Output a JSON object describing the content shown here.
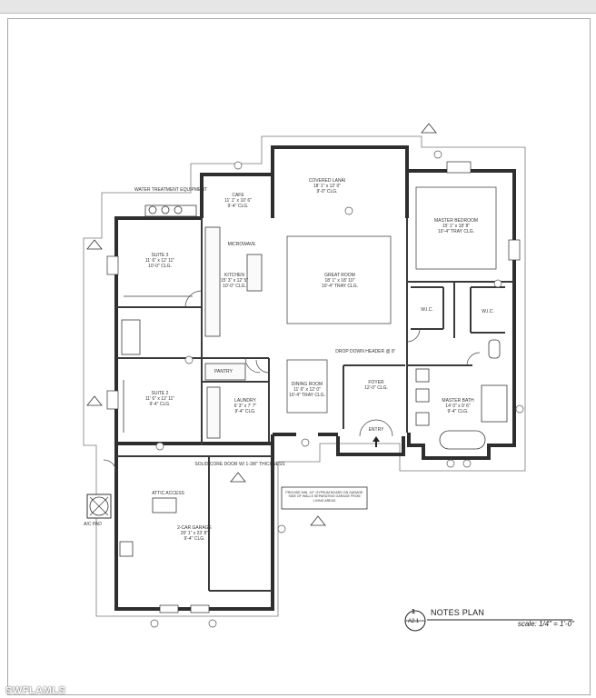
{
  "plan": {
    "rooms": [
      {
        "id": "covered-lanai",
        "name": "COVERED LANAI",
        "dims": "18' 1\" x 12' 0\"",
        "clg": "9'-0\" CLG."
      },
      {
        "id": "master-bedroom",
        "name": "MASTER BEDROOM",
        "dims": "15' 1\" x 18' 8\"",
        "clg": "10'-4\" TRAY CLG."
      },
      {
        "id": "cafe",
        "name": "CAFE",
        "dims": "11' 1\" x 10' 6\"",
        "clg": "9'-4\" CLG."
      },
      {
        "id": "great-room",
        "name": "GREAT ROOM",
        "dims": "18' 1\" x 18' 10\"",
        "clg": "10'-4\" TRAY CLG."
      },
      {
        "id": "suite-3",
        "name": "SUITE 3",
        "dims": "11' 6\" x 12' 11\"",
        "clg": "10'-0\" CLG."
      },
      {
        "id": "kitchen",
        "name": "KITCHEN",
        "dims": "15' 3\" x 12' 5\"",
        "clg": "10'-0\" CLG."
      },
      {
        "id": "suite-2",
        "name": "SUITE 2",
        "dims": "11' 6\" x 12' 11\"",
        "clg": "9'-4\" CLG."
      },
      {
        "id": "dining-room",
        "name": "DINING ROOM",
        "dims": "11' 6\" x 12' 0\"",
        "clg": "10'-4\" TRAY CLG."
      },
      {
        "id": "foyer",
        "name": "FOYER",
        "dims": "",
        "clg": "12'-0\" CLG."
      },
      {
        "id": "master-bath",
        "name": "MASTER BATH",
        "dims": "14' 0\" x 9' 6\"",
        "clg": "9'-4\" CLG."
      },
      {
        "id": "laundry",
        "name": "LAUNDRY",
        "dims": "6' 3\" x 7' 7\"",
        "clg": "9'-4\" CLG."
      },
      {
        "id": "two-car-garage",
        "name": "2-CAR GARAGE",
        "dims": "20' 1\" x 23' 8\"",
        "clg": "9'-4\" CLG."
      }
    ],
    "minor_labels": {
      "microwave": "MICROWAVE",
      "pantry": "PANTRY",
      "wic_left": "W.I.C.",
      "wic_right": "W.I.C.",
      "attic_access": "ATTIC ACCESS",
      "entry": "ENTRY",
      "drop_down_header": "DROP DOWN HEADER @ 8'",
      "water_treatment": "WATER TREATMENT EQUIPMENT",
      "solid_core_door": "SOLID CORE DOOR W/ 1-3/8\" THICKNESS",
      "ac_pad": "A/C PAD"
    },
    "note_box": "PROVIDE MIN. 1/2\" GYPSUM BOARD ON GARAGE SIDE OF WALLS SEPARATING GARAGE FROM LIVING AREAS",
    "title_block": {
      "number": "1",
      "sheet": "A2.1",
      "title": "NOTES PLAN",
      "scale": "scale: 1/4\" = 1'-0\""
    }
  },
  "watermark": "SWFLAMLS"
}
